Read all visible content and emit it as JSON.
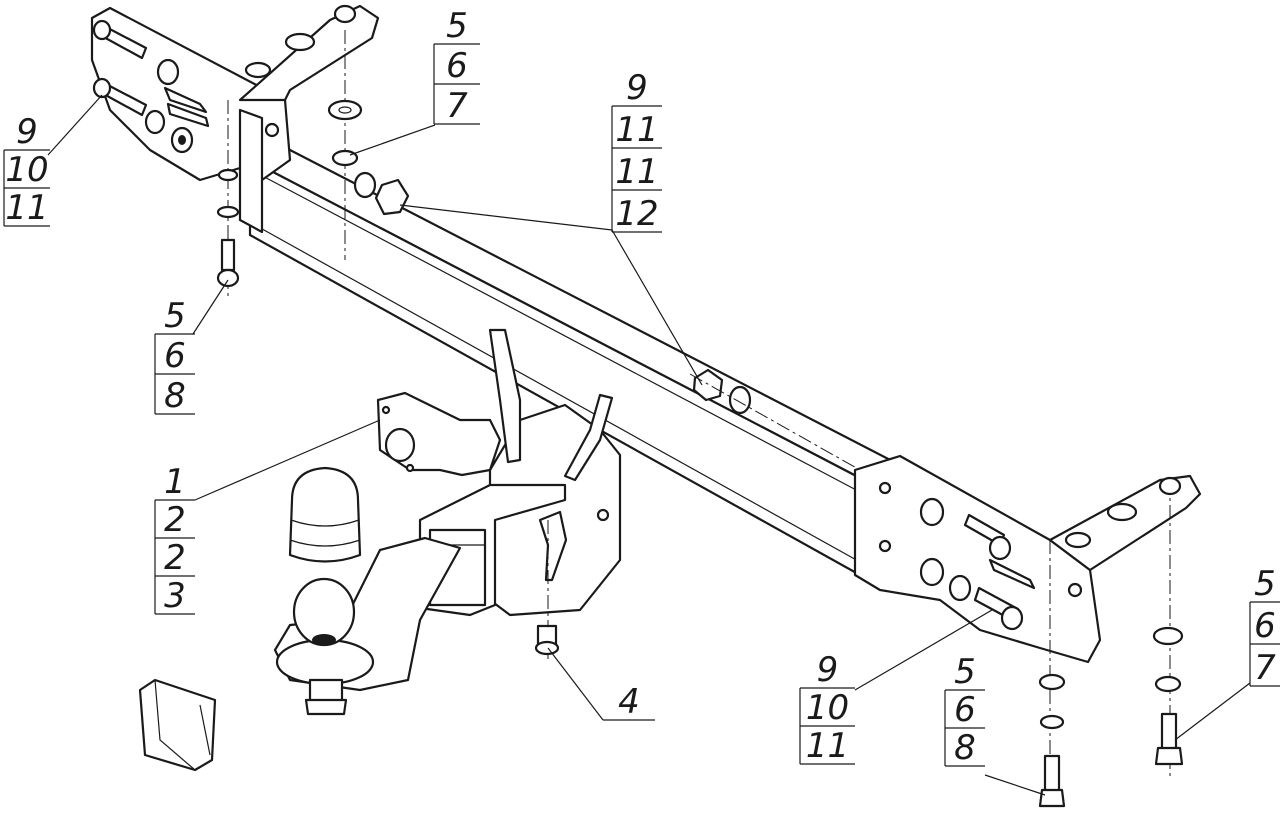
{
  "callouts": [
    {
      "id": "tl",
      "labels": [
        "9",
        "10",
        "11"
      ]
    },
    {
      "id": "tc",
      "labels": [
        "5",
        "6",
        "7"
      ]
    },
    {
      "id": "tm",
      "labels": [
        "9",
        "11",
        "11",
        "12"
      ]
    },
    {
      "id": "ml",
      "labels": [
        "5",
        "6",
        "8"
      ]
    },
    {
      "id": "ll",
      "labels": [
        "1",
        "2",
        "2",
        "3"
      ]
    },
    {
      "id": "b4",
      "labels": [
        "4"
      ]
    },
    {
      "id": "br",
      "labels": [
        "9",
        "10",
        "11"
      ]
    },
    {
      "id": "bm",
      "labels": [
        "5",
        "6",
        "8"
      ]
    },
    {
      "id": "rr",
      "labels": [
        "5",
        "6",
        "7"
      ]
    }
  ]
}
